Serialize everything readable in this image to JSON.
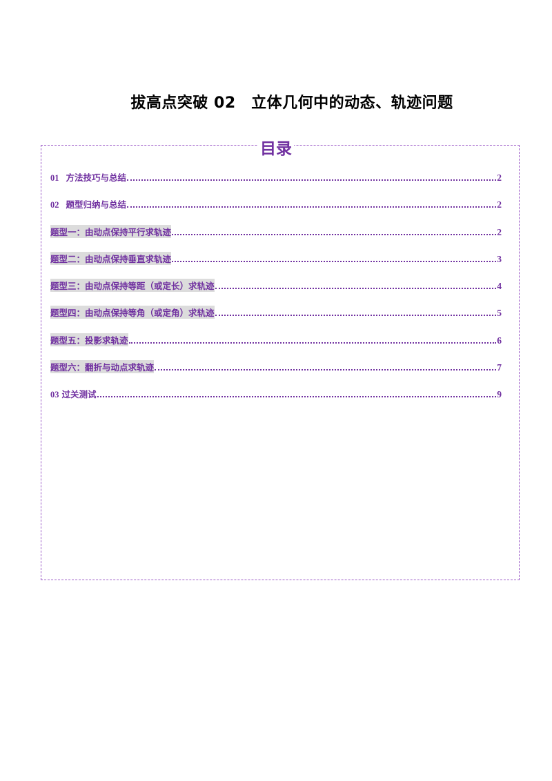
{
  "document": {
    "title": "拔高点突破 02　立体几何中的动态、轨迹问题",
    "toc_heading": "目录",
    "accent_color": "#7030a0",
    "border_color": "#9b59c7",
    "highlight_color": "#dcdcdc"
  },
  "toc": {
    "items": [
      {
        "number": "01",
        "label": "方法技巧与总结",
        "page": "2",
        "highlighted": false
      },
      {
        "number": "02",
        "label": "题型归纳与总结",
        "page": "2",
        "highlighted": false
      },
      {
        "number": "",
        "label": "题型一：由动点保持平行求轨迹",
        "page": "2",
        "highlighted": true
      },
      {
        "number": "",
        "label": "题型二：由动点保持垂直求轨迹",
        "page": "3",
        "highlighted": true
      },
      {
        "number": "",
        "label": "题型三：由动点保持等距（或定长）求轨迹",
        "page": "4",
        "highlighted": true
      },
      {
        "number": "",
        "label": "题型四：由动点保持等角（或定角）求轨迹",
        "page": "5",
        "highlighted": true
      },
      {
        "number": "",
        "label": "题型五：投影求轨迹",
        "page": "6",
        "highlighted": true
      },
      {
        "number": "",
        "label": "题型六：翻折与动点求轨迹",
        "page": "7",
        "highlighted": true
      },
      {
        "number": "03",
        "label": "过关测试",
        "page": "9",
        "highlighted": false
      }
    ]
  }
}
